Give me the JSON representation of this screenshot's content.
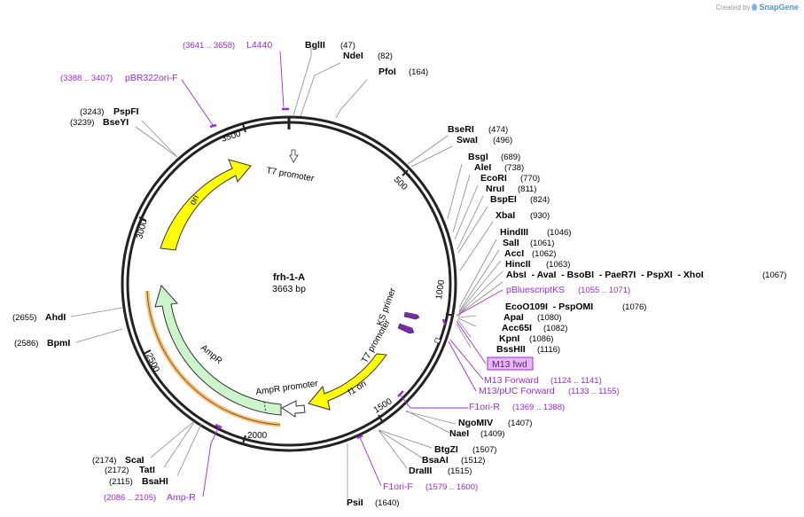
{
  "credit": {
    "prefix": "Created by",
    "brand": "SnapGene"
  },
  "plasmid": {
    "name": "frh-1-A",
    "size": "3663 bp",
    "length": 3663
  },
  "ticks": [
    "500",
    "1000",
    "1500",
    "2000",
    "2500",
    "3000",
    "3500"
  ],
  "enzymes": [
    {
      "name": "BglII",
      "pos": "(47)"
    },
    {
      "name": "NdeI",
      "pos": "(82)"
    },
    {
      "name": "PfoI",
      "pos": "(164)"
    },
    {
      "name": "BseRI",
      "pos": "(474)"
    },
    {
      "name": "SwaI",
      "pos": "(496)"
    },
    {
      "name": "BsgI",
      "pos": "(689)"
    },
    {
      "name": "AleI",
      "pos": "(738)"
    },
    {
      "name": "EcoRI",
      "pos": "(770)"
    },
    {
      "name": "NruI",
      "pos": "(811)"
    },
    {
      "name": "BspEI",
      "pos": "(824)"
    },
    {
      "name": "XbaI",
      "pos": "(930)"
    },
    {
      "name": "HindIII",
      "pos": "(1046)"
    },
    {
      "name": "SalI",
      "pos": "(1061)"
    },
    {
      "name": "AccI",
      "pos": "(1062)"
    },
    {
      "name": "HincII",
      "pos": "(1063)"
    },
    {
      "name": "AbsI  - AvaI  - BsoBI  - PaeR7I  - PspXI  - XhoI",
      "pos": "(1067)"
    },
    {
      "name": "EcoO109I  - PspOMI",
      "pos": "(1076)"
    },
    {
      "name": "ApaI",
      "pos": "(1080)"
    },
    {
      "name": "Acc65I",
      "pos": "(1082)"
    },
    {
      "name": "KpnI",
      "pos": "(1086)"
    },
    {
      "name": "BssHII",
      "pos": "(1116)"
    },
    {
      "name": "NgoMIV",
      "pos": "(1407)"
    },
    {
      "name": "NaeI",
      "pos": "(1409)"
    },
    {
      "name": "BtgZI",
      "pos": "(1507)"
    },
    {
      "name": "BsaAI",
      "pos": "(1512)"
    },
    {
      "name": "DraIII",
      "pos": "(1515)"
    },
    {
      "name": "PsiI",
      "pos": "(1640)"
    },
    {
      "name": "BsaHI",
      "pos": "(2115)"
    },
    {
      "name": "TatI",
      "pos": "(2172)"
    },
    {
      "name": "ScaI",
      "pos": "(2174)"
    },
    {
      "name": "BpmI",
      "pos": "(2586)"
    },
    {
      "name": "AhdI",
      "pos": "(2655)"
    },
    {
      "name": "BseYI",
      "pos": "(3239)"
    },
    {
      "name": "PspFI",
      "pos": "(3243)"
    }
  ],
  "primers": [
    {
      "name": "L4440",
      "range": "(3641 .. 3658)"
    },
    {
      "name": "pBR322ori-F",
      "range": "(3388 .. 3407)"
    },
    {
      "name": "pBluescriptKS",
      "range": "(1055 .. 1071)"
    },
    {
      "name": "M13 fwd",
      "range": ""
    },
    {
      "name": "M13 Forward",
      "range": "(1124 .. 1141)"
    },
    {
      "name": "M13/pUC Forward",
      "range": "(1133 .. 1155)"
    },
    {
      "name": "F1ori-R",
      "range": "(1369 .. 1388)"
    },
    {
      "name": "F1ori-F",
      "range": "(1579 .. 1600)"
    },
    {
      "name": "Amp-R",
      "range": "(2086 .. 2105)"
    }
  ],
  "features": {
    "t7_top": "T7 promoter",
    "ori": "ori",
    "ks_primer": "KS primer",
    "t7_right": "T7 promoter",
    "f1_ori": "f1 ori",
    "ampr_promoter": "AmpR promoter",
    "ampr": "AmpR"
  },
  "colors": {
    "backbone": "#222222",
    "ori": "#ffff00",
    "f1ori": "#ffff00",
    "ampr": "#ccf5cc",
    "primer": "#9b2bd6",
    "highlight": "#f5c07a",
    "m13_badge": "#e7b8f2"
  }
}
